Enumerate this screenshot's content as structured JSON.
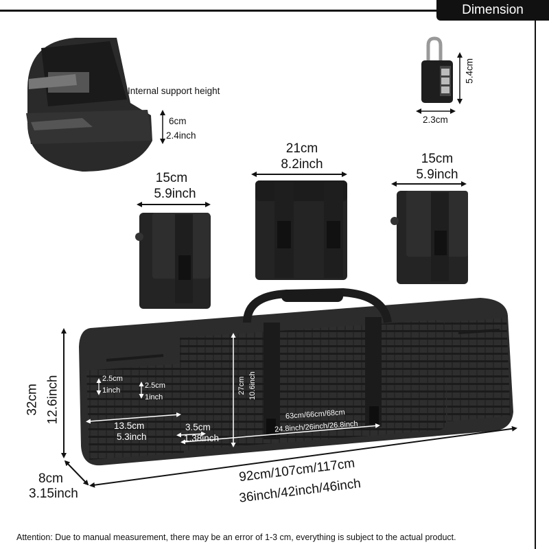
{
  "badge": "Dimension",
  "internal": {
    "label": "Internal support height",
    "cm": "6cm",
    "inch": "2.4inch"
  },
  "lock": {
    "height": "5.4cm",
    "width": "2.3cm"
  },
  "pouch_left": {
    "cm": "15cm",
    "inch": "5.9inch"
  },
  "pouch_middle": {
    "cm": "21cm",
    "inch": "8.2inch"
  },
  "pouch_right": {
    "cm": "15cm",
    "inch": "5.9inch"
  },
  "case": {
    "height_cm": "32cm",
    "height_inch": "12.6inch",
    "depth_cm": "8cm",
    "depth_inch": "3.15inch",
    "length_cm": "92cm/107cm/117cm",
    "length_inch": "36inch/42inch/46inch",
    "strip1_cm": "2.5cm",
    "strip1_inch": "1inch",
    "strip2_cm": "2.5cm",
    "strip2_inch": "1inch",
    "side_pocket_cm": "13.5cm",
    "side_pocket_inch": "5.3inch",
    "gap_cm": "3.5cm",
    "gap_inch": "1.38inch",
    "front_pocket_h_cm": "27cm",
    "front_pocket_h_inch": "10.6inch",
    "front_pocket_w_cm": "63cm/66cm/68cm",
    "front_pocket_w_inch": "24.8inch/26inch/26.8inch"
  },
  "footer": "Attention: Due to manual measurement, there may be an error of 1-3 cm, everything is subject to the actual product.",
  "colors": {
    "frame": "#111111",
    "bag": "#2b2b2b",
    "bag_light": "#3a3a3a",
    "accent": "#ffffff"
  }
}
